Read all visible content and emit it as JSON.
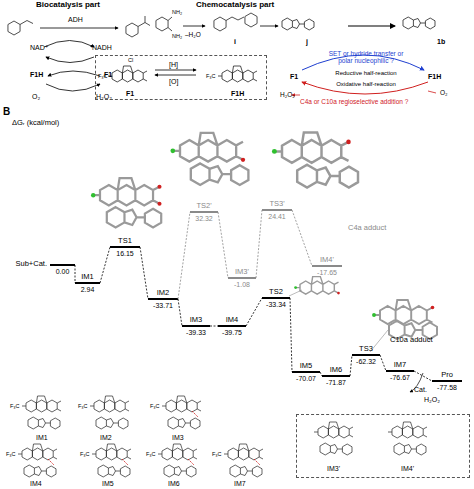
{
  "diagram": {
    "nodes": [
      {
        "text": [
          "F1",
          "[H]",
          "[O]",
          "F1H"
        ]
      },
      {
        "text": [
          "Sub+Cat.",
          "0.00"
        ]
      },
      {
        "text": [
          "IM1",
          "2.94"
        ]
      },
      {
        "text": [
          "TS1",
          "16.15"
        ]
      },
      {
        "text": [
          "IM2",
          "-33.71"
        ]
      },
      {
        "text": [
          "TS2'",
          "32.32"
        ]
      },
      {
        "text": [
          "IM3",
          "-39.33"
        ]
      },
      {
        "text": [
          "IM4",
          "-39.75"
        ]
      },
      {
        "text": [
          "IM3'",
          "-1.08"
        ]
      },
      {
        "text": [
          "TS3'",
          "24.41"
        ]
      },
      {
        "text": [
          "IM4'",
          "-17.65"
        ]
      },
      {
        "text": [
          "TS2",
          "-33.34"
        ]
      },
      {
        "text": [
          "IM5",
          "-70.07"
        ]
      },
      {
        "text": [
          "IM6",
          "-71.87"
        ]
      },
      {
        "text": [
          "TS3",
          "-62.32"
        ]
      },
      {
        "text": [
          "IM7",
          "-76.67"
        ]
      },
      {
        "text": [
          "Pro",
          "-77.58"
        ]
      },
      {
        "text": [
          "IM3'",
          "IM4'"
        ]
      }
    ],
    "edges": [
      {
        "from": 1,
        "to": 2,
        "arrow": "none"
      },
      {
        "from": 2,
        "to": 3,
        "arrow": "none"
      },
      {
        "from": 3,
        "to": 4,
        "arrow": "none"
      },
      {
        "from": 4,
        "to": 5,
        "arrow": "none"
      },
      {
        "from": 5,
        "to": 8,
        "arrow": "none"
      },
      {
        "from": 8,
        "to": 9,
        "arrow": "none"
      },
      {
        "from": 9,
        "to": 10,
        "arrow": "none"
      },
      {
        "from": 4,
        "to": 6,
        "arrow": "none"
      },
      {
        "from": 6,
        "to": 7,
        "arrow": "none"
      },
      {
        "from": 7,
        "to": 11,
        "arrow": "none"
      },
      {
        "from": 11,
        "to": 12,
        "arrow": "none"
      },
      {
        "from": 12,
        "to": 13,
        "arrow": "none"
      },
      {
        "from": 13,
        "to": 14,
        "arrow": "none"
      },
      {
        "from": 14,
        "to": 15,
        "arrow": "none"
      },
      {
        "from": 15,
        "to": 16,
        "arrow": "none"
      }
    ],
    "labels": [
      "Biocatalysis part",
      "Chemocatalysis part",
      "ADH",
      "NAD⁺",
      "NADH",
      "F1H",
      "F1",
      "O₂",
      "H₂O₂",
      "NH₂",
      "NH₂",
      "–H₂O",
      "i",
      "j",
      "1b",
      "SET or hydride transfer or polar nucleophilic ?",
      "Reductive half-reaction",
      "F1",
      "F1H",
      "Oxidative half-reaction",
      "H₂O₂",
      "O₂",
      "C4a or C10a regioselective addition ?",
      "F₃C",
      "Cl",
      "F₃C",
      "B",
      "ΔGᵣ (kcal/mol)",
      "C4a adduct",
      "Cat.",
      "H₂O₂",
      "C10a adduct",
      "IM1",
      "IM2",
      "IM3",
      "IM4",
      "IM5",
      "IM6",
      "IM7",
      "F₃C",
      "F₃C",
      "F₃C",
      "F₃C",
      "F₃C",
      "F₃C",
      "F₃C"
    ]
  }
}
